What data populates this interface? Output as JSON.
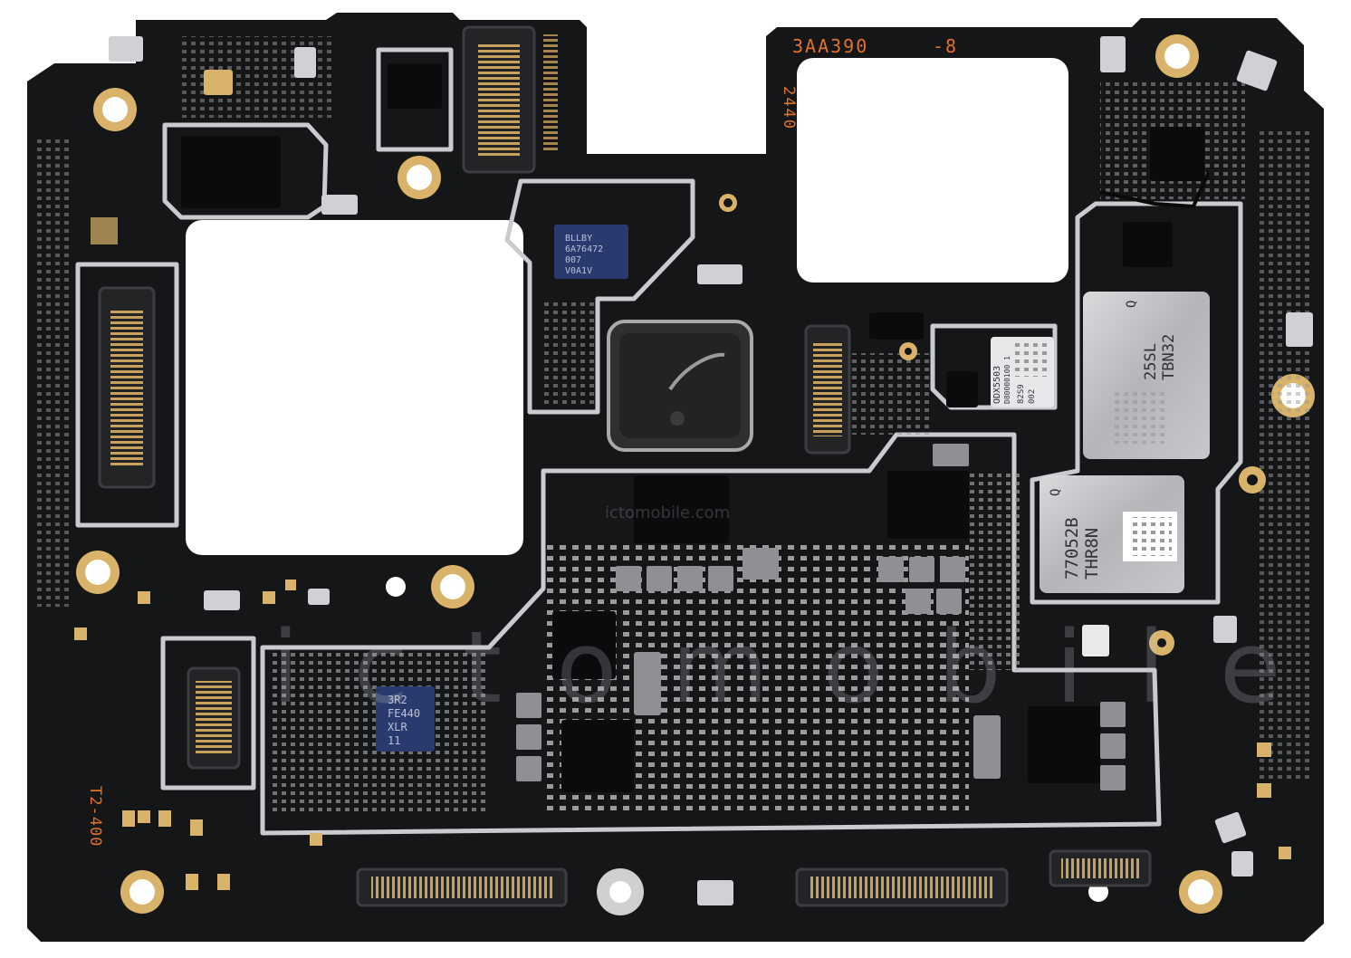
{
  "board": {
    "silkscreen": {
      "part_number": "3AA390",
      "revision": "-8",
      "code_vertical_top": "2440",
      "code_vertical_left": "T2-400"
    },
    "chips": {
      "small_blue": {
        "lines": [
          "BLLBY",
          "6A76472",
          "007",
          "V0A1V"
        ]
      },
      "blue_left": {
        "lines": [
          "3R2",
          "FE440",
          "XLR",
          "11"
        ]
      },
      "shield_left_module": {
        "lines": [
          "ODX5503",
          "D80000100 1",
          "82S9",
          "002"
        ]
      },
      "shield_top_right": {
        "lines": [
          "Q",
          "25SL",
          "TBN32"
        ]
      },
      "shield_bottom_right": {
        "lines": [
          "Q",
          "77052B",
          "THR8N"
        ]
      }
    },
    "watermarks": {
      "center": "ictomobile.com",
      "large": "ictomobile"
    },
    "colors": {
      "pcb": "#151618",
      "gold_pad": "#d9b36a",
      "silkscreen": "#e0722a",
      "shield": "#bfc2c6",
      "blue_chip": "#2a3a6e"
    }
  }
}
